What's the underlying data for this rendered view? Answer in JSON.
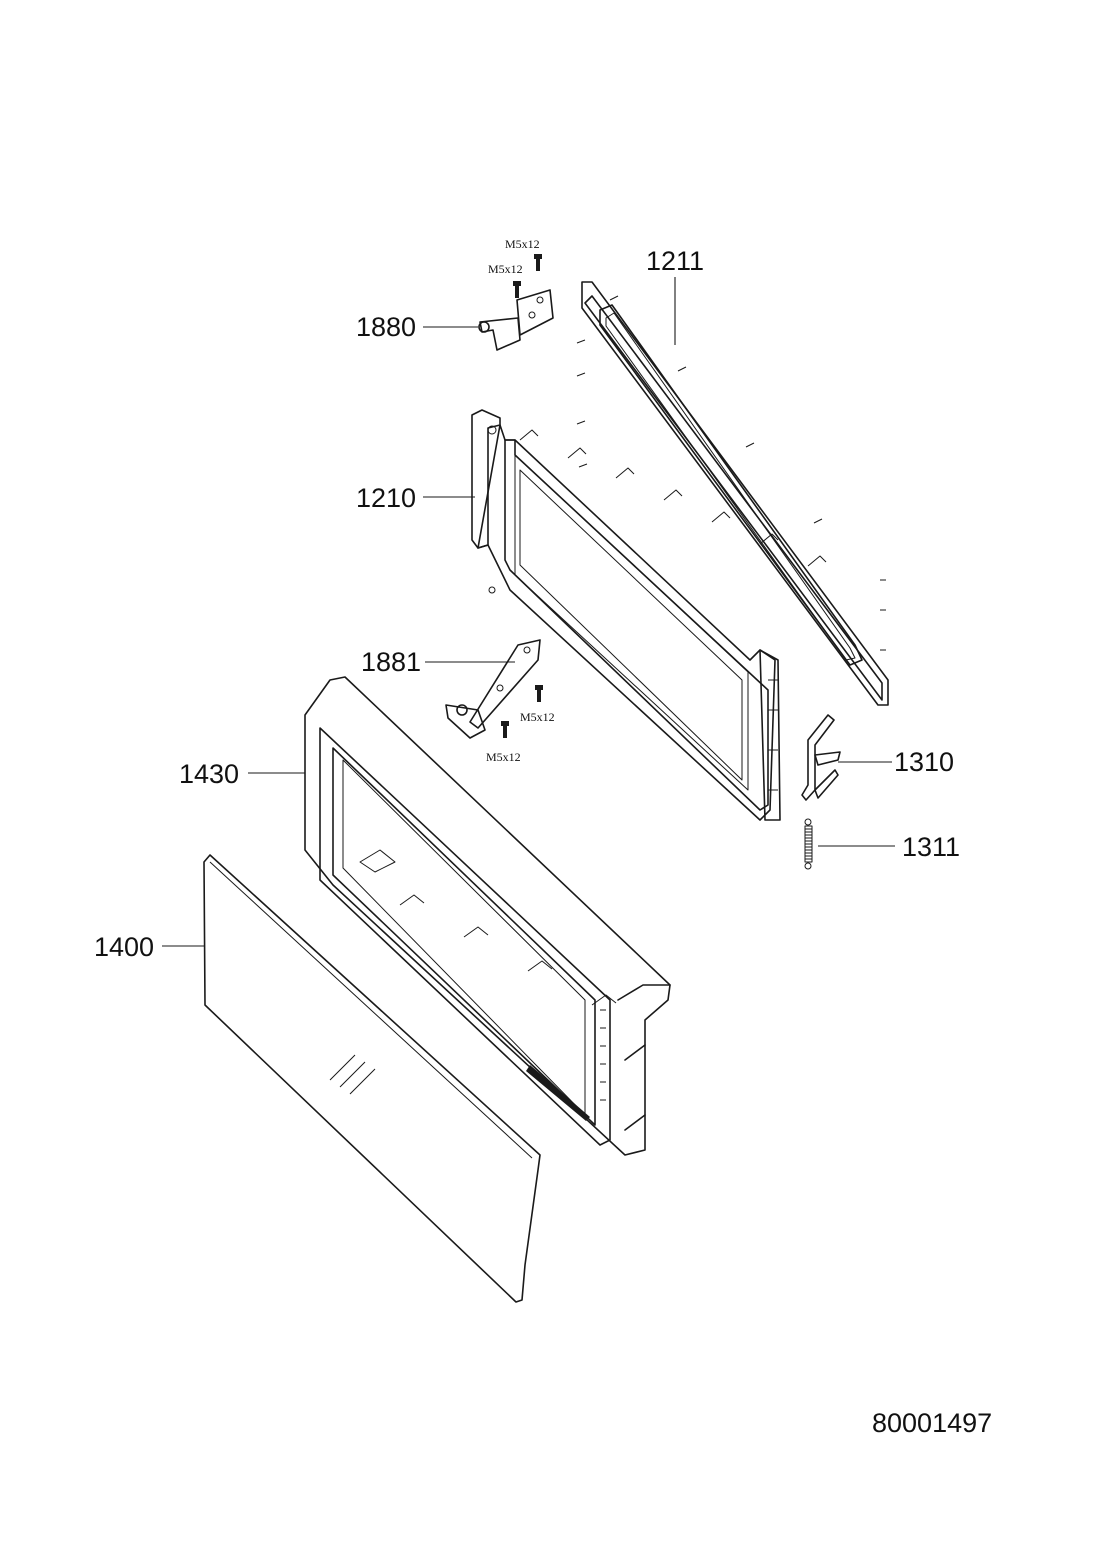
{
  "parts": [
    {
      "id": "1211",
      "label": "1211"
    },
    {
      "id": "1880",
      "label": "1880"
    },
    {
      "id": "1210",
      "label": "1210"
    },
    {
      "id": "1881",
      "label": "1881"
    },
    {
      "id": "1430",
      "label": "1430"
    },
    {
      "id": "1310",
      "label": "1310"
    },
    {
      "id": "1311",
      "label": "1311"
    },
    {
      "id": "1400",
      "label": "1400"
    }
  ],
  "screws": [
    {
      "label": "M5x12"
    },
    {
      "label": "M5x12"
    },
    {
      "label": "M5x12"
    },
    {
      "label": "M5x12"
    }
  ],
  "document_number": "80001497"
}
